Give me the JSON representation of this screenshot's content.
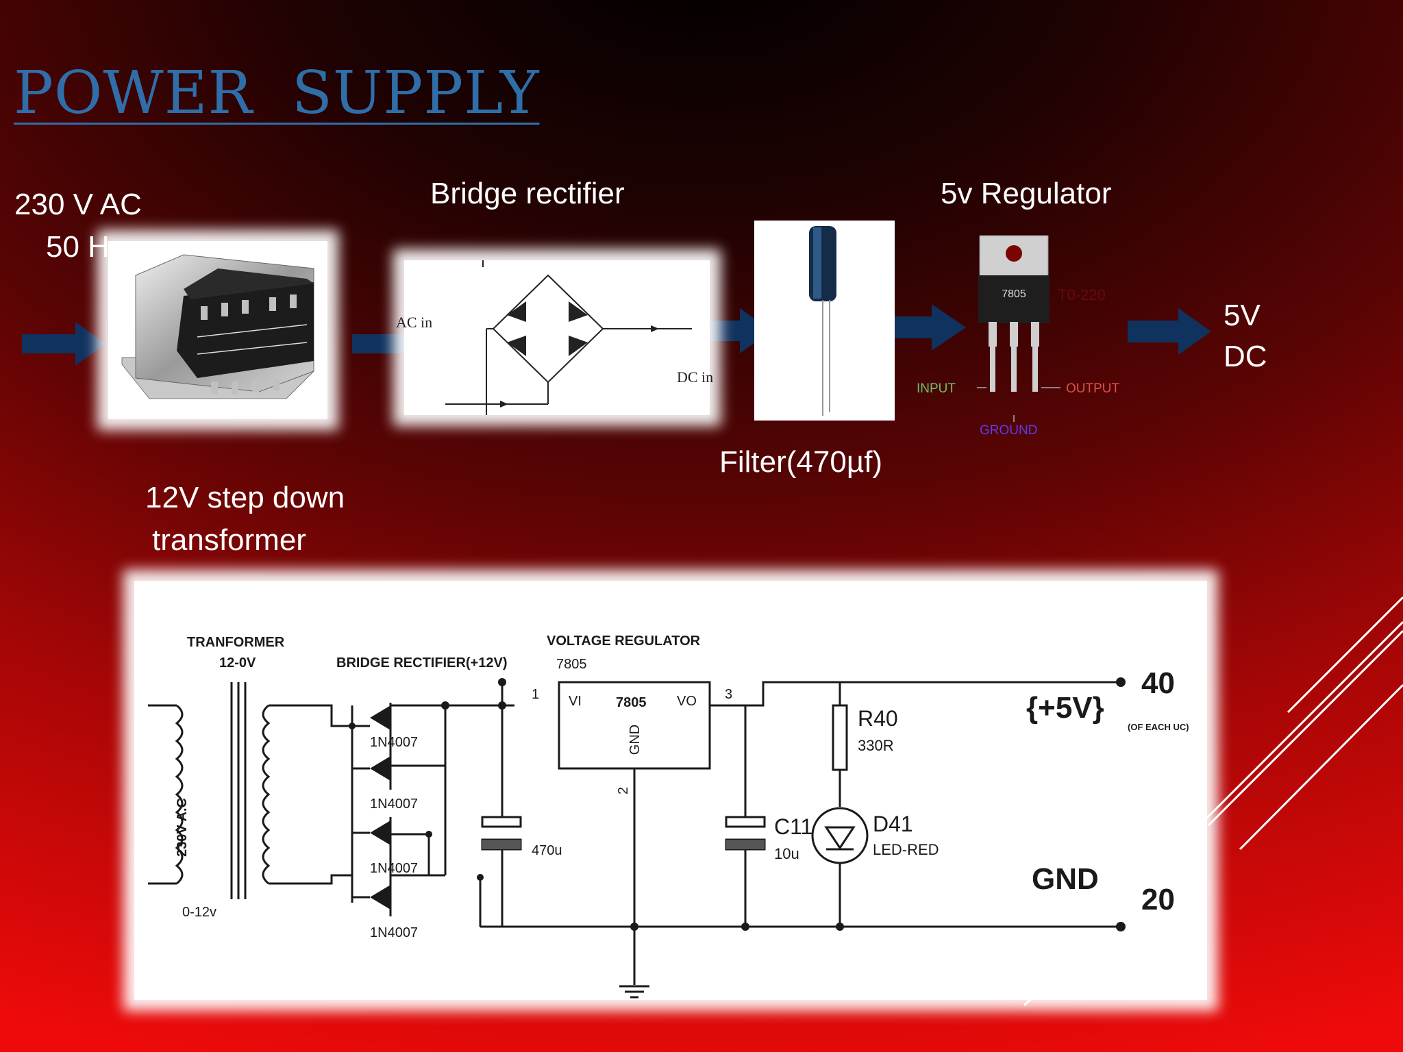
{
  "slide": {
    "title": "POWER  SUPPLY",
    "labels": {
      "ac_line1": "230 V AC",
      "ac_line2": "50 Hz",
      "transformer_line1": "12V step down",
      "transformer_line2": "transformer",
      "bridge": "Bridge rectifier",
      "filter": "Filter(470µf)",
      "regulator": "5v Regulator",
      "output_line1": "5V",
      "output_line2": "DC"
    }
  },
  "bridge_image": {
    "ac_in": "AC in",
    "dc_in": "DC in"
  },
  "regulator_image": {
    "chip": "7805",
    "package": "T0-220",
    "pins": {
      "input": "INPUT",
      "ground": "GROUND",
      "output": "OUTPUT"
    }
  },
  "circuit": {
    "transformer_title": "TRANFORMER",
    "transformer_rating": "12-0V",
    "input_label": "230V A.C",
    "secondary_label": "0-12v",
    "bridge_title": "BRIDGE RECTIFIER(+12V)",
    "diodes": [
      "1N4007",
      "1N4007",
      "1N4007",
      "1N4007"
    ],
    "cap1": "470u",
    "regulator_title": "VOLTAGE REGULATOR",
    "regulator_part": "7805",
    "reg_chip": "7805",
    "pin_vi": "VI",
    "pin_vo": "VO",
    "pin_gnd": "GND",
    "pin1": "1",
    "pin2": "2",
    "pin3": "3",
    "resistor_name": "R40",
    "resistor_value": "330R",
    "cap2_name": "C11",
    "cap2_value": "10u",
    "led_name": "D41",
    "led_value": "LED-RED",
    "out_label": "{+5V}",
    "out_pin": "40",
    "out_note": "(OF EACH UC)",
    "gnd_label": "GND",
    "gnd_pin": "20"
  },
  "colors": {
    "title": "#2f6ea8",
    "arrow": "#10325e",
    "pin_input": "#6ec06a",
    "pin_output": "#e05050",
    "pin_ground": "#5a3cf0"
  }
}
